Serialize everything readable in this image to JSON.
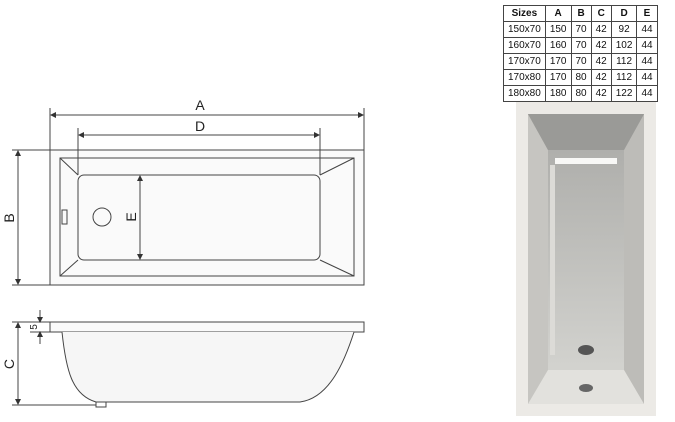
{
  "dimension_labels": {
    "A": "A",
    "B": "B",
    "C": "C",
    "D": "D",
    "E": "E",
    "rim": "5"
  },
  "sizes_table": {
    "headers": [
      "Sizes",
      "A",
      "B",
      "C",
      "D",
      "E"
    ],
    "rows": [
      [
        "150x70",
        "150",
        "70",
        "42",
        "92",
        "44"
      ],
      [
        "160x70",
        "160",
        "70",
        "42",
        "102",
        "44"
      ],
      [
        "170x70",
        "170",
        "70",
        "42",
        "112",
        "44"
      ],
      [
        "170x80",
        "170",
        "80",
        "42",
        "112",
        "44"
      ],
      [
        "180x80",
        "180",
        "80",
        "42",
        "122",
        "44"
      ]
    ]
  }
}
